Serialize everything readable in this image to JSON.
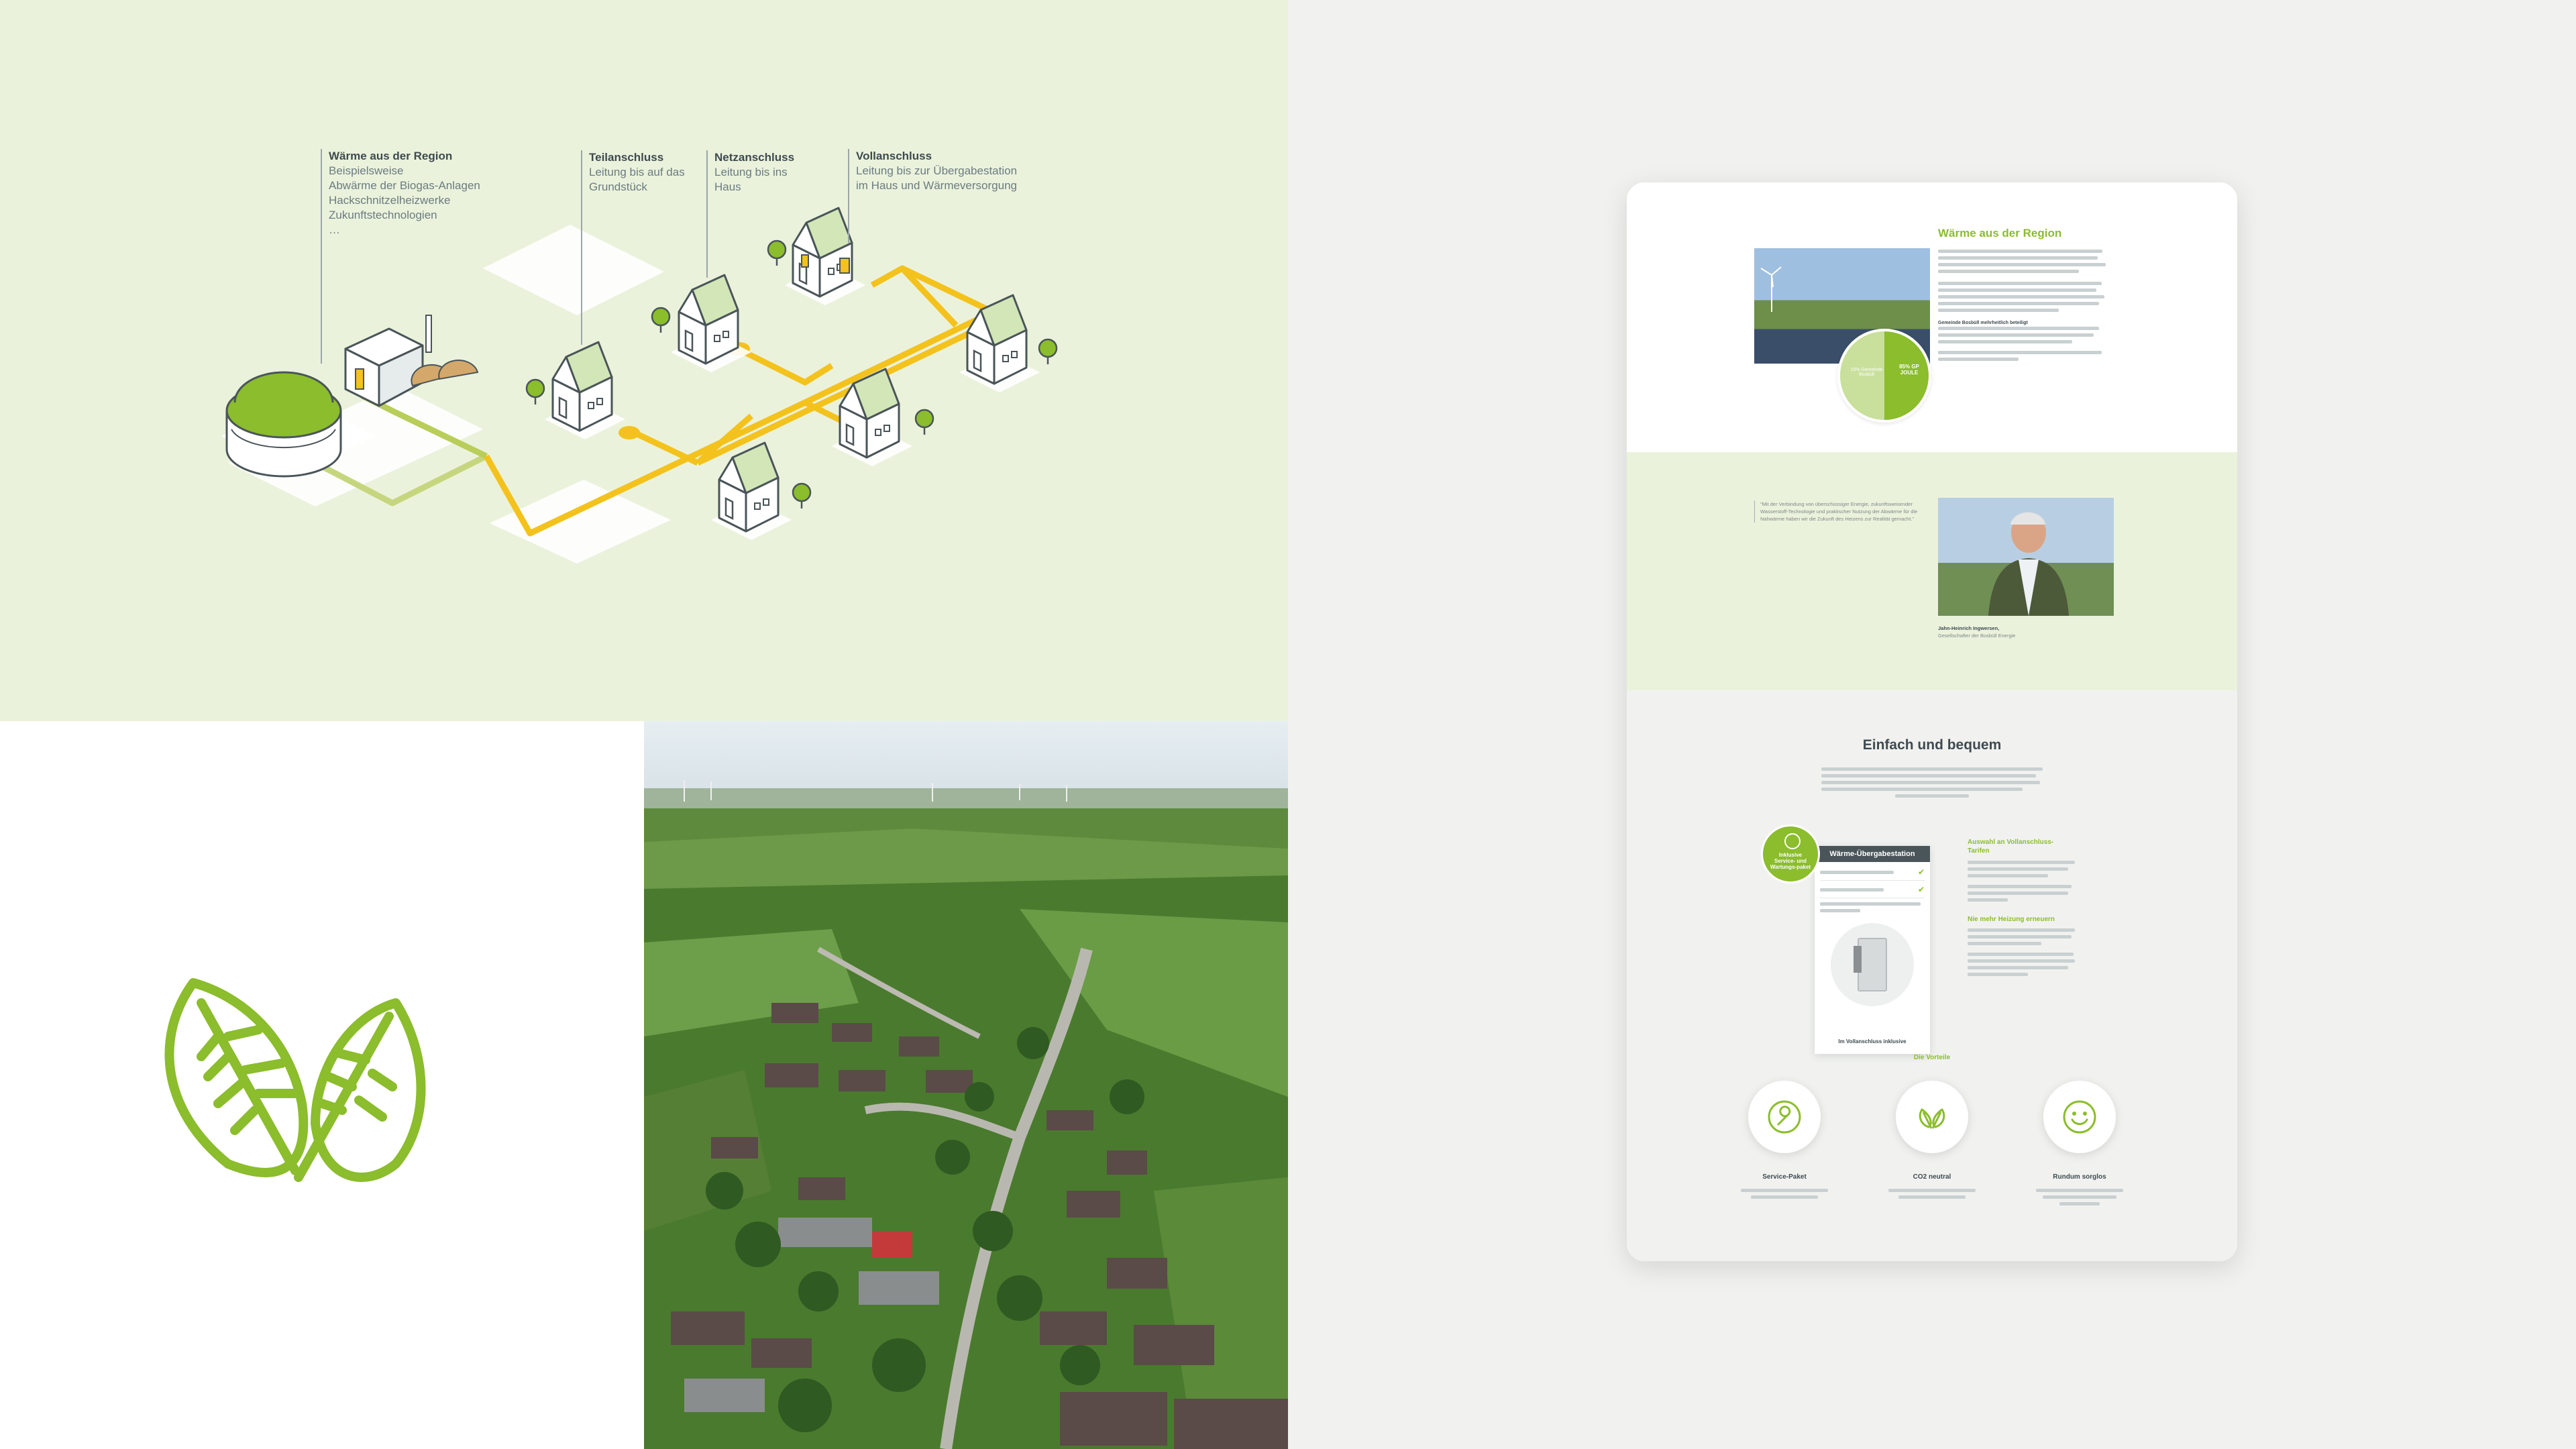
{
  "diagram": {
    "labels": [
      {
        "title": "Wärme aus der Region",
        "lines": [
          "Beispielsweise",
          "Abwärme der Biogas-Anlagen",
          "Hackschnitzelheizwerke",
          "Zukunftstechnologien",
          "…"
        ]
      },
      {
        "title": "Teilanschluss",
        "lines": [
          "Leitung bis auf das",
          "Grundstück"
        ]
      },
      {
        "title": "Netzanschluss",
        "lines": [
          "Leitung bis ins",
          "Haus"
        ]
      },
      {
        "title": "Vollanschluss",
        "lines": [
          "Leitung bis zur Übergabestation",
          "im Haus und Wärmeversorgung"
        ]
      }
    ]
  },
  "mock": {
    "region": {
      "heading": "Wärme aus der Region",
      "subheading": "Gemeinde Bosbüll mehrheitlich beteiligt",
      "pie": {
        "share_small": "15% Gemeinde Bosbüll",
        "share_large": "85% GP JOULE"
      }
    },
    "quote": {
      "text": "\"Mit der Verbindung von überschüssiger Energie, zukunftsweisender Wasserstoff-Technologie und praktischer Nutzung der Abwärme für die Nahwärme haben wir die Zukunft des Heizens zur Realität gemacht.\"",
      "name": "Jahn-Heinrich Ingwersen,",
      "role": "Gesellschafter der Bosbüll Energie"
    },
    "simple": {
      "heading": "Einfach und bequem",
      "badge": "Inklusive Service- und Wartungs-paket",
      "card_title": "Wärme-Übergabestation",
      "card_footer": "Im Vollanschluss inklusive",
      "col_heading_1": "Auswahl an Vollanschluss-Tarifen",
      "col_heading_2": "Nie mehr Heizung erneuern",
      "benefits_heading": "Die Vorteile",
      "benefits": [
        {
          "title": "Service-Paket"
        },
        {
          "title": "CO2 neutral"
        },
        {
          "title": "Rundum sorglos"
        }
      ]
    }
  },
  "colors": {
    "accent": "#8bbd2c",
    "yellow": "#f4c21c",
    "light_green": "#ebf2dc",
    "dark": "#3e4a4f"
  }
}
